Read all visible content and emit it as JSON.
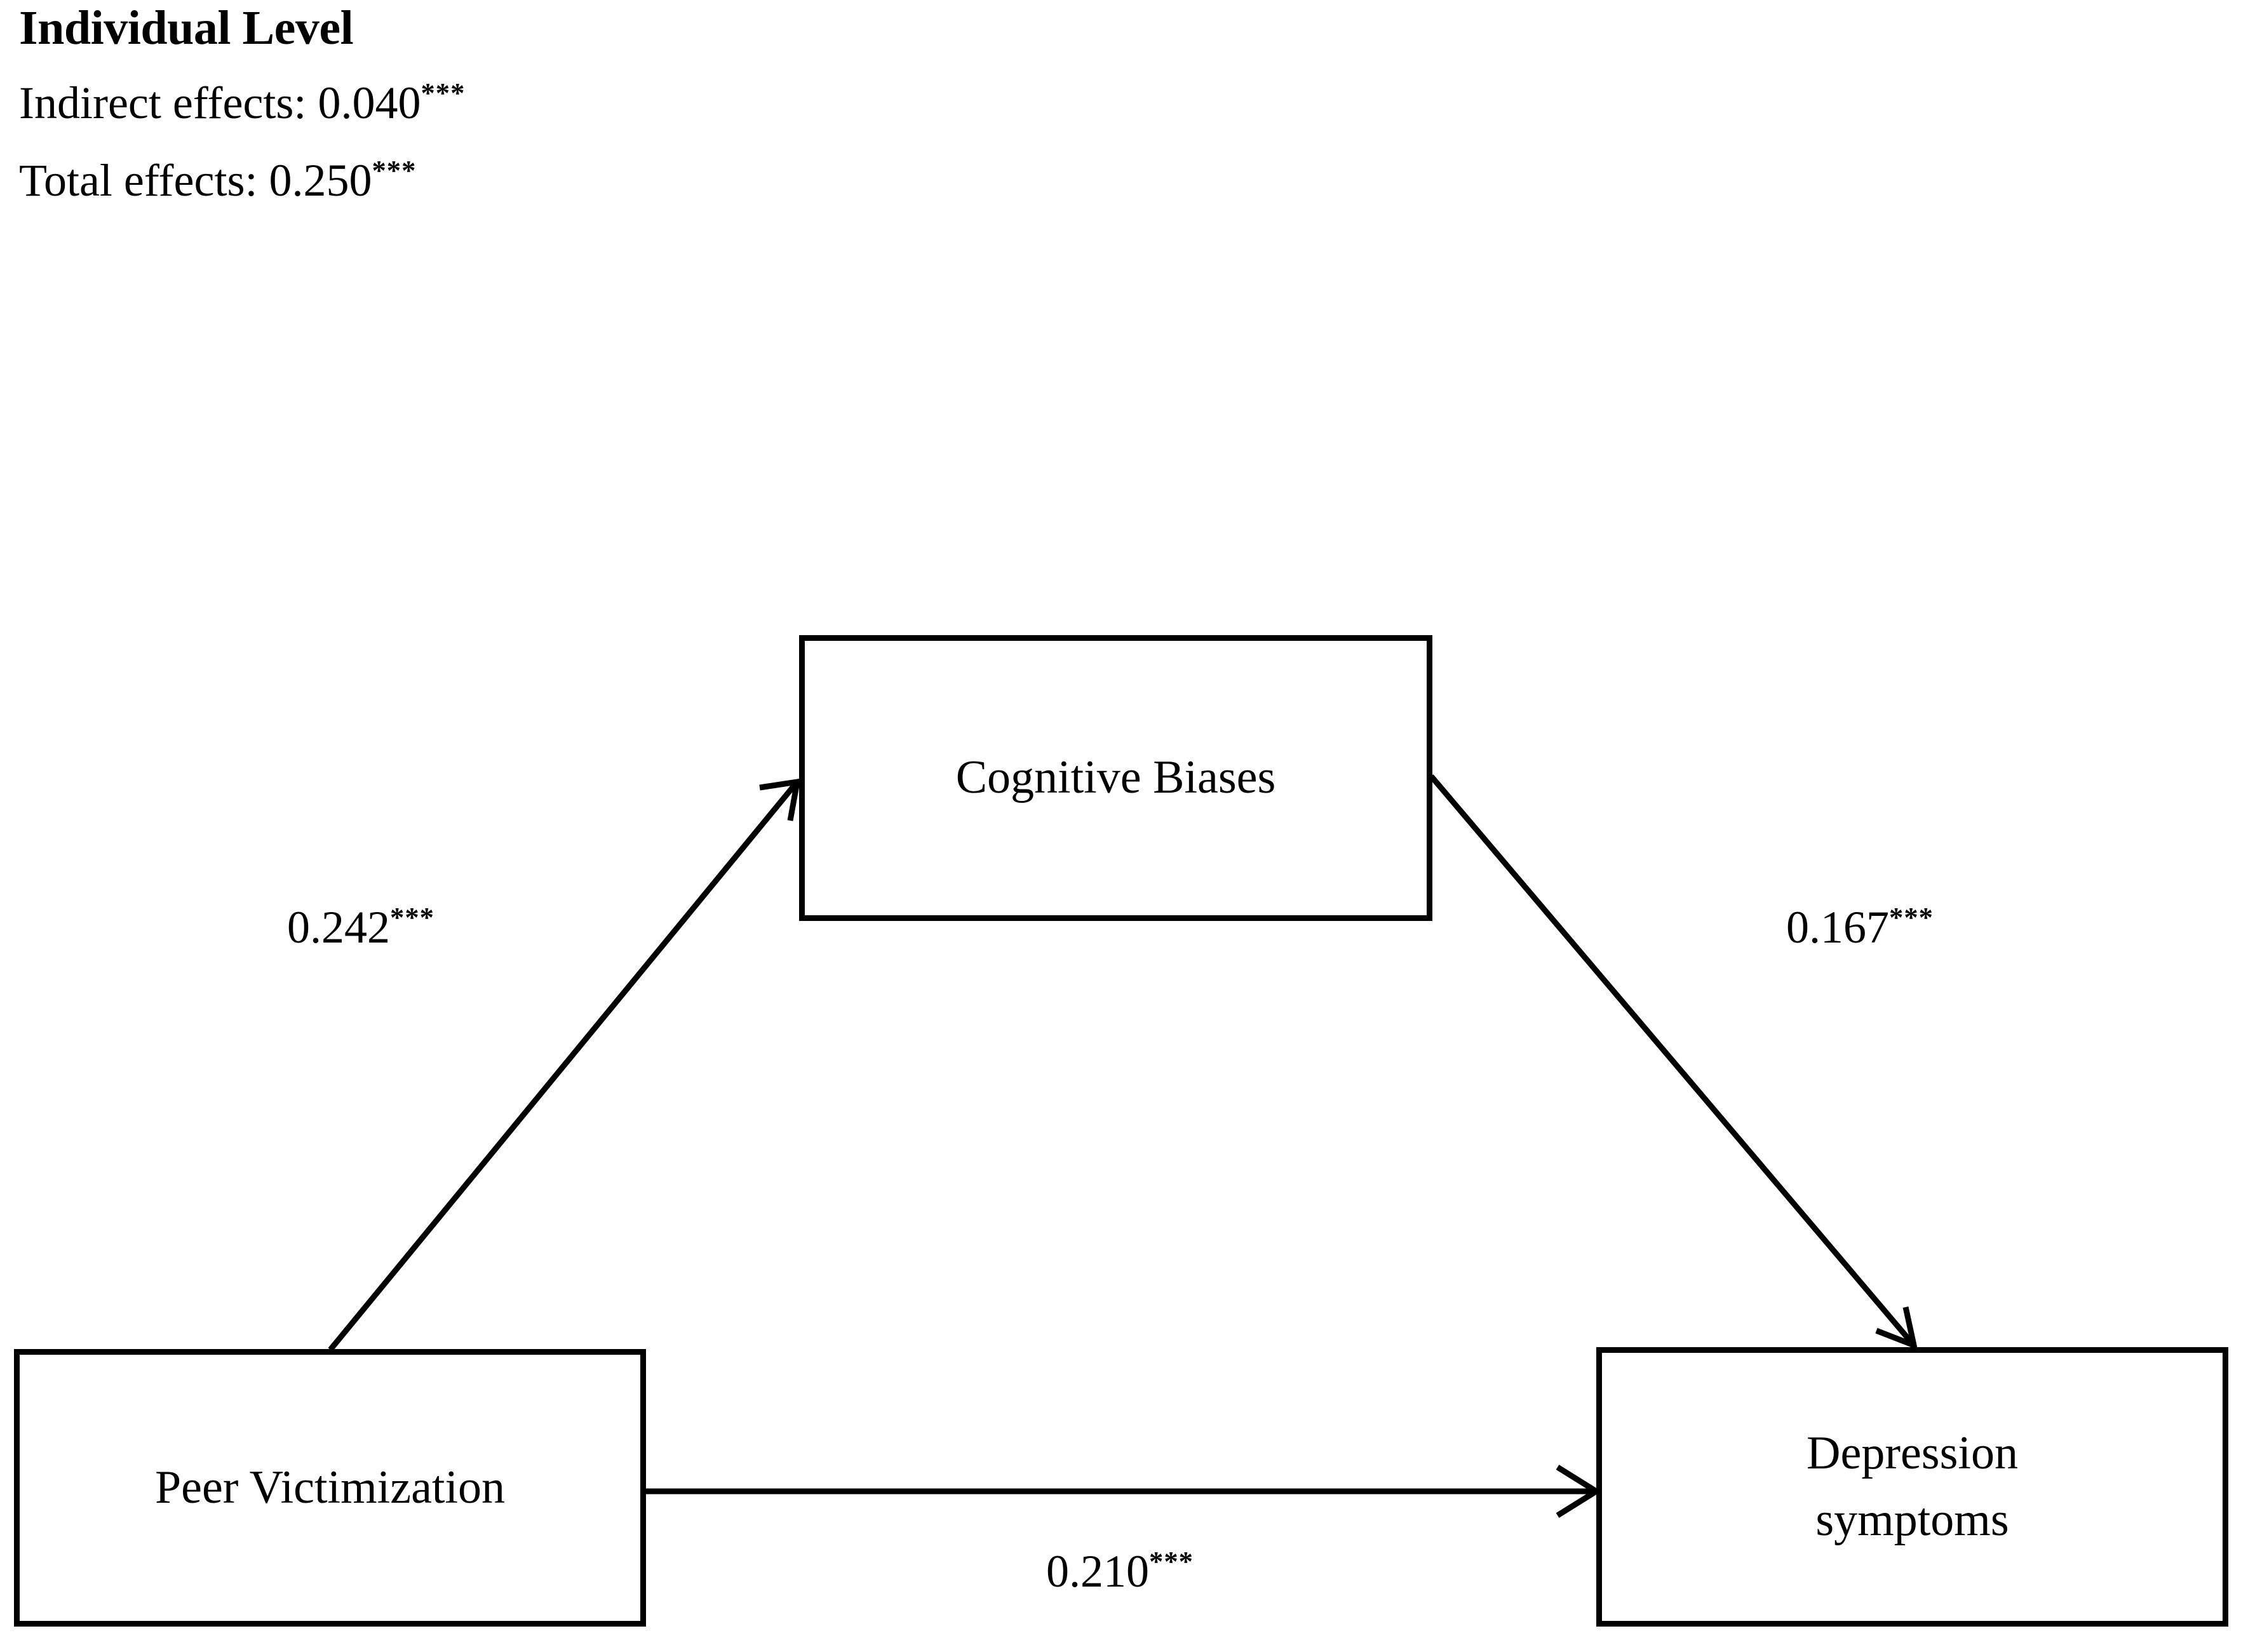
{
  "header": {
    "title": "Individual Level",
    "lines": [
      {
        "label": "Indirect effects: ",
        "value": "0.040",
        "significance": "***"
      },
      {
        "label": "Total effects: ",
        "value": "0.250",
        "significance": "***"
      }
    ]
  },
  "diagram": {
    "nodes": [
      {
        "id": "cognitive-biases",
        "label": "Cognitive Biases"
      },
      {
        "id": "peer-victimization",
        "label": "Peer Victimization"
      },
      {
        "id": "depression-symptoms",
        "label": "Depression\nsymptoms"
      }
    ],
    "paths": [
      {
        "id": "a",
        "from": "peer-victimization",
        "to": "cognitive-biases",
        "value": "0.242",
        "significance": "***"
      },
      {
        "id": "b",
        "from": "cognitive-biases",
        "to": "depression-symptoms",
        "value": "0.167",
        "significance": "***"
      },
      {
        "id": "c",
        "from": "peer-victimization",
        "to": "depression-symptoms",
        "value": "0.210",
        "significance": "***"
      }
    ]
  },
  "chart_data": {
    "type": "diagram",
    "title": "Individual Level",
    "diagram_kind": "mediation-path-model",
    "nodes": [
      "Peer Victimization",
      "Cognitive Biases",
      "Depression symptoms"
    ],
    "edges": [
      {
        "from": "Peer Victimization",
        "to": "Cognitive Biases",
        "coefficient": 0.242,
        "significance": "***"
      },
      {
        "from": "Cognitive Biases",
        "to": "Depression symptoms",
        "coefficient": 0.167,
        "significance": "***"
      },
      {
        "from": "Peer Victimization",
        "to": "Depression symptoms",
        "coefficient": 0.21,
        "significance": "***"
      }
    ],
    "summary_effects": [
      {
        "name": "Indirect effects",
        "value": 0.04,
        "significance": "***"
      },
      {
        "name": "Total effects",
        "value": 0.25,
        "significance": "***"
      }
    ],
    "line_color": "#000000",
    "background": "#ffffff"
  }
}
